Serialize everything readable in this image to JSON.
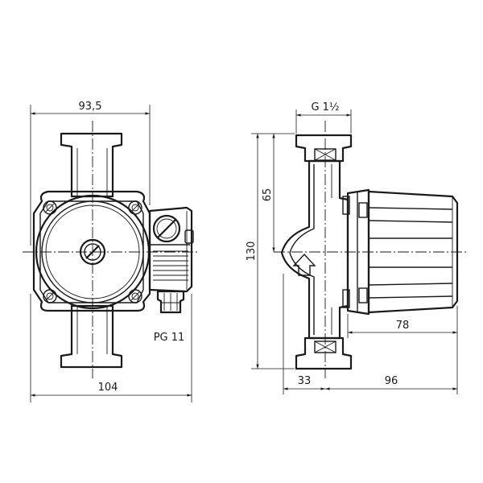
{
  "dimensions": {
    "front_width_top": "93,5",
    "front_width_bottom": "104",
    "cable_gland": "PG 11",
    "connection_thread": "G 1½",
    "height_upper": "65",
    "height_total": "130",
    "motor_depth": "78",
    "pipe_to_center": "33",
    "center_to_back": "96"
  },
  "colors": {
    "line": "#1a1a1a",
    "background": "#ffffff"
  },
  "icons": {
    "flow_arrow": "flow-direction-arrow-icon"
  }
}
